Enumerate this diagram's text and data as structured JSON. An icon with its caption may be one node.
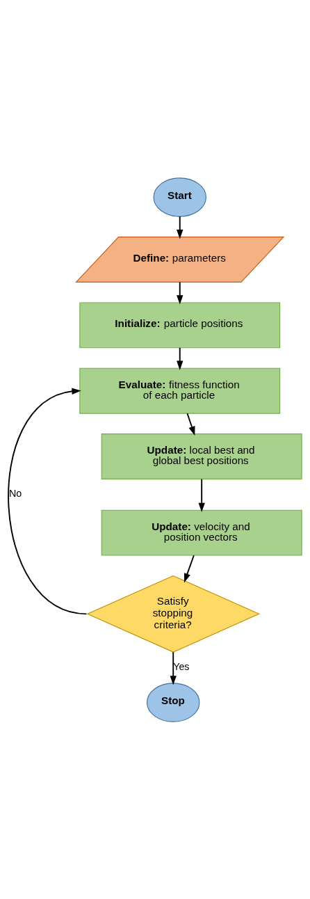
{
  "diagram": {
    "nodes": [
      {
        "text": [
          "**Start**"
        ]
      },
      {
        "text": [
          "**Define:** parameters"
        ]
      },
      {
        "text": [
          "**Initialize:** particle positions"
        ]
      },
      {
        "text": [
          "**Evaluate:** fitness function of each particle"
        ]
      },
      {
        "text": [
          "**Update:** local best and global best positions"
        ]
      },
      {
        "text": [
          "**Update:** velocity and position vectors"
        ]
      },
      {
        "text": [
          "Satisfy stopping criteria?"
        ]
      },
      {
        "text": [
          "**Stop**"
        ]
      }
    ],
    "edges": [
      {
        "from": 0,
        "to": 1,
        "arrow": "to"
      },
      {
        "from": 1,
        "to": 2,
        "arrow": "to"
      },
      {
        "from": 2,
        "to": 3,
        "arrow": "to"
      },
      {
        "from": 3,
        "to": 4,
        "arrow": "to"
      },
      {
        "from": 4,
        "to": 5,
        "arrow": "to"
      },
      {
        "from": 5,
        "to": 6,
        "arrow": "to"
      },
      {
        "from": 6,
        "to": 3,
        "arrow": "to",
        "label": "No"
      },
      {
        "from": 6,
        "to": 7,
        "arrow": "to",
        "label": "Yes"
      }
    ]
  }
}
